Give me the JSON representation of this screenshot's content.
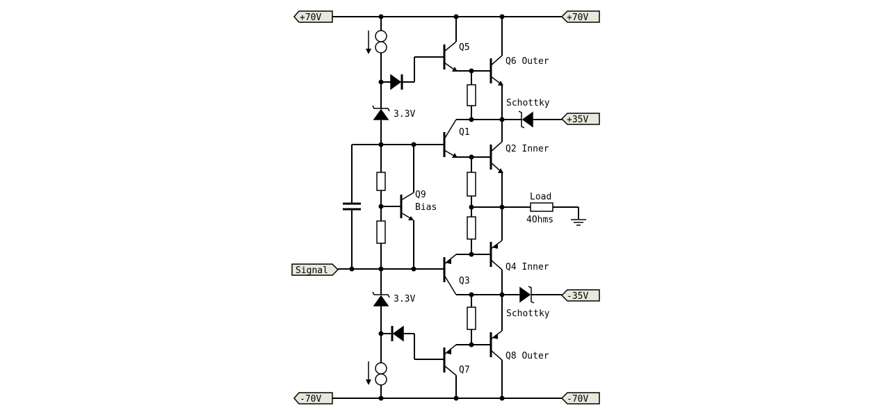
{
  "ports": {
    "pos70_left": "+70V",
    "pos70_right": "+70V",
    "pos35": "+35V",
    "neg35": "-35V",
    "neg70_left": "-70V",
    "neg70_right": "-70V",
    "signal": "Signal"
  },
  "labels": {
    "q5": "Q5",
    "q6": "Q6  Outer",
    "schottky_top": "Schottky",
    "q1": "Q1",
    "q2": "Q2  Inner",
    "zener_top": "3.3V",
    "q9": "Q9",
    "bias": "Bias",
    "load": "Load",
    "load_value": "4Ohms",
    "q3": "Q3",
    "q4": "Q4  Inner",
    "schottky_bottom": "Schottky",
    "zener_bottom": "3.3V",
    "q7": "Q7",
    "q8": "Q8  Outer"
  }
}
